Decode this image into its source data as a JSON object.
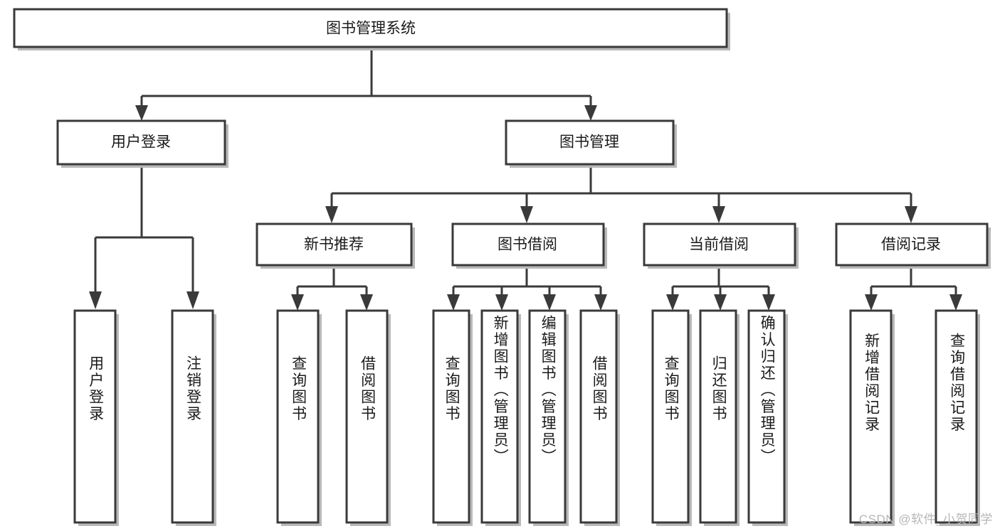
{
  "diagram": {
    "type": "tree",
    "title_node": "图书管理系统",
    "watermark": "CSDN @软件_小贺同学",
    "colors": {
      "box_fill": "#ffffff",
      "box_stroke": "#3a3a3a",
      "box_shadow": "#b9b9b9",
      "text": "#1a1a1a",
      "watermark": "#b6b6b6",
      "background": "#ffffff"
    },
    "nodes": {
      "root": {
        "label": "图书管理系统"
      },
      "level2": [
        {
          "label": "用户登录"
        },
        {
          "label": "图书管理"
        }
      ],
      "level3": [
        {
          "label": "新书推荐"
        },
        {
          "label": "图书借阅"
        },
        {
          "label": "当前借阅"
        },
        {
          "label": "借阅记录"
        }
      ],
      "leaves": {
        "user_login": [
          {
            "label": "用户登录"
          },
          {
            "label": "注销登录"
          }
        ],
        "new_book_recommend": [
          {
            "label": "查询图书"
          },
          {
            "label": "借阅图书"
          }
        ],
        "book_borrow": [
          {
            "label": "查询图书"
          },
          {
            "label": "新增图书（管理员）"
          },
          {
            "label": "编辑图书（管理员）"
          },
          {
            "label": "借阅图书"
          }
        ],
        "current_borrow": [
          {
            "label": "查询图书"
          },
          {
            "label": "归还图书"
          },
          {
            "label": "确认归还（管理员）"
          }
        ],
        "borrow_record": [
          {
            "label": "新增借阅记录"
          },
          {
            "label": "查询借阅记录"
          }
        ]
      }
    }
  }
}
